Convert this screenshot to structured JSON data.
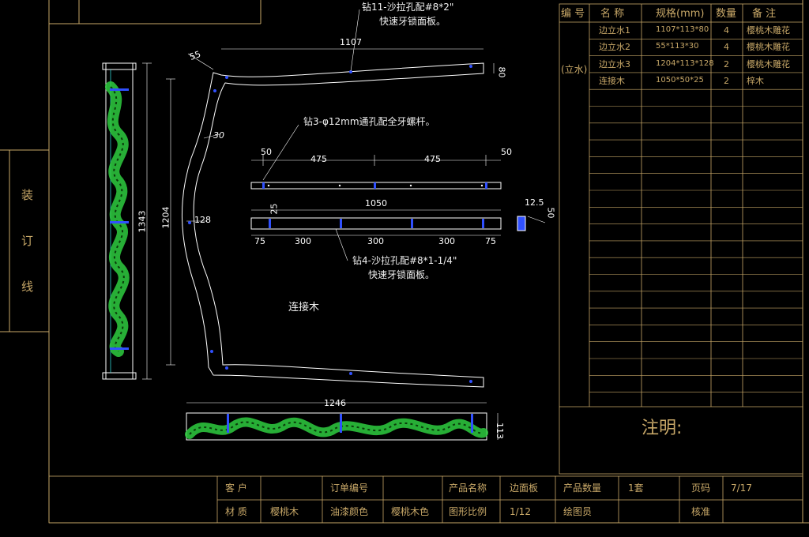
{
  "binding_margin": {
    "chars": [
      "装",
      "订",
      "线"
    ]
  },
  "parts_table": {
    "headers": [
      "编 号",
      "名 称",
      "规格(mm)",
      "数量",
      "备 注"
    ],
    "group_label": "(立水)",
    "rows": [
      {
        "name": "边立水1",
        "spec": "1107*113*80",
        "qty": "4",
        "note": "樱桃木雕花"
      },
      {
        "name": "边立水2",
        "spec": "55*113*30",
        "qty": "4",
        "note": "樱桃木雕花"
      },
      {
        "name": "边立水3",
        "spec": "1204*113*128",
        "qty": "2",
        "note": "樱桃木雕花"
      },
      {
        "name": "连接木",
        "spec": "1050*50*25",
        "qty": "2",
        "note": "梓木"
      }
    ],
    "notes_label": "注明:"
  },
  "title_block": {
    "row1": [
      "客 户",
      "",
      "订单编号",
      "",
      "产品名称",
      "边面板",
      "产品数量",
      "1套",
      "页码",
      "7/17"
    ],
    "row2": [
      "材 质",
      "樱桃木",
      "油漆颜色",
      "樱桃木色",
      "图形比例",
      "1/12",
      "绘图员",
      "",
      "核准",
      ""
    ]
  },
  "annotations": {
    "drill11_line1": "钻11-沙拉孔配#8*2\"",
    "drill11_line2": "快速牙锁面板。",
    "drill3": "钻3-φ12mm通孔配全牙螺杆。",
    "drill4_line1": "钻4-沙拉孔配#8*1-1/4\"",
    "drill4_line2": "快速牙锁面板。",
    "connector_label": "连接木"
  },
  "dimensions": {
    "top_len": "1107",
    "top_h": "80",
    "corner_55": "55",
    "curve_30": "30",
    "side_h": "1204",
    "side_w": "128",
    "left_total": "1343",
    "bottom_len": "1246",
    "bottom_h": "113",
    "bar_50a": "50",
    "bar_475a": "475",
    "bar_475b": "475",
    "bar_50b": "50",
    "bar_1050": "1050",
    "bar_25": "25",
    "bar_75a": "75",
    "bar_300a": "300",
    "bar_300b": "300",
    "bar_300c": "300",
    "bar_75b": "75",
    "sec_12_5": "12.5",
    "sec_50": "50"
  },
  "colors": {
    "frame": "#c8a868",
    "linework": "#ffffff",
    "carving": "#2ecc40",
    "hole": "#3050ff",
    "dim_line": "#30d0d0"
  }
}
